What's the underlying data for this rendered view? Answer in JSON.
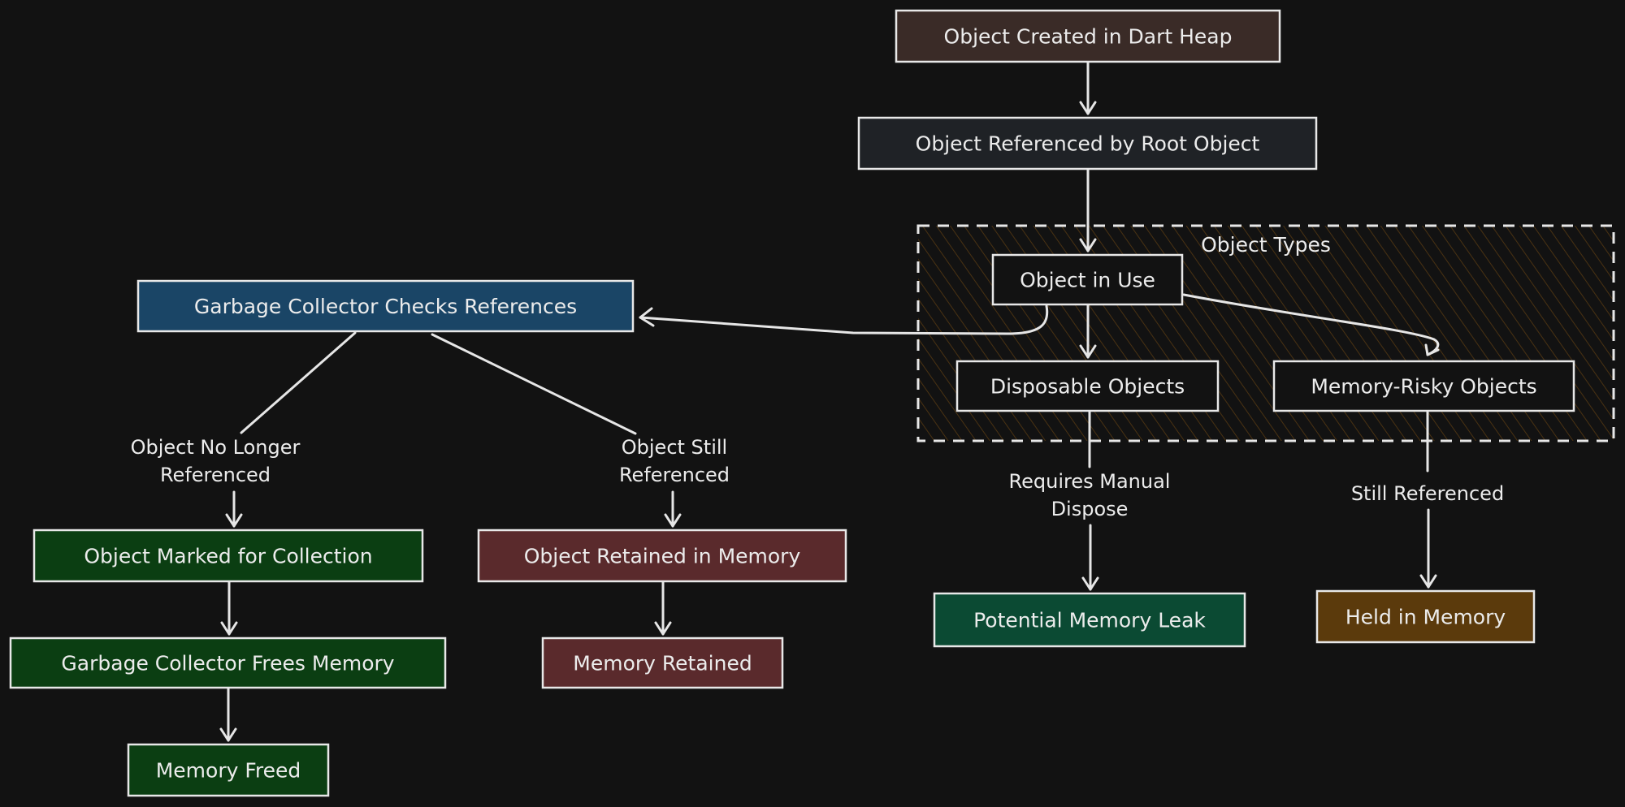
{
  "diagram": {
    "title": "Dart Memory Lifecycle",
    "colors": {
      "background": "#121212",
      "stroke": "#e8e8e8",
      "text": "#ececec",
      "brown_dark": "#3a2b27",
      "slate": "#1f2226",
      "black": "#121212",
      "blue": "#1a4566",
      "green": "#0b3e12",
      "maroon": "#5a2a2c",
      "teal_green": "#0b4a33",
      "amber_brown": "#5b3a0c",
      "hatch": "#5a3a10"
    },
    "group": {
      "label": "Object Types"
    },
    "nodes": [
      {
        "id": "created",
        "label": "Object Created in Dart Heap",
        "color": "brown_dark"
      },
      {
        "id": "root",
        "label": "Object Referenced by Root Object",
        "color": "slate"
      },
      {
        "id": "inuse",
        "label": "Object in Use",
        "color": "black"
      },
      {
        "id": "disposable",
        "label": "Disposable Objects",
        "color": "black"
      },
      {
        "id": "risky",
        "label": "Memory-Risky Objects",
        "color": "black"
      },
      {
        "id": "gc",
        "label": "Garbage Collector Checks References",
        "color": "blue"
      },
      {
        "id": "marked",
        "label": "Object Marked for Collection",
        "color": "green"
      },
      {
        "id": "frees",
        "label": "Garbage Collector Frees Memory",
        "color": "green"
      },
      {
        "id": "freed",
        "label": "Memory Freed",
        "color": "green"
      },
      {
        "id": "retained_obj",
        "label": "Object Retained in Memory",
        "color": "maroon"
      },
      {
        "id": "retained_mem",
        "label": "Memory Retained",
        "color": "maroon"
      },
      {
        "id": "leak",
        "label": "Potential Memory Leak",
        "color": "teal_green"
      },
      {
        "id": "held",
        "label": "Held in Memory",
        "color": "amber_brown"
      }
    ],
    "edges": [
      {
        "from": "created",
        "to": "root",
        "label": []
      },
      {
        "from": "root",
        "to": "inuse",
        "label": []
      },
      {
        "from": "inuse",
        "to": "disposable",
        "label": []
      },
      {
        "from": "inuse",
        "to": "risky",
        "label": []
      },
      {
        "from": "inuse",
        "to": "gc",
        "label": []
      },
      {
        "from": "gc",
        "to": "marked",
        "label": [
          "Object No Longer",
          "Referenced"
        ]
      },
      {
        "from": "gc",
        "to": "retained_obj",
        "label": [
          "Object Still",
          "Referenced"
        ]
      },
      {
        "from": "marked",
        "to": "frees",
        "label": []
      },
      {
        "from": "frees",
        "to": "freed",
        "label": []
      },
      {
        "from": "retained_obj",
        "to": "retained_mem",
        "label": []
      },
      {
        "from": "disposable",
        "to": "leak",
        "label": [
          "Requires Manual",
          "Dispose"
        ]
      },
      {
        "from": "risky",
        "to": "held",
        "label": [
          "Still Referenced"
        ]
      }
    ]
  }
}
